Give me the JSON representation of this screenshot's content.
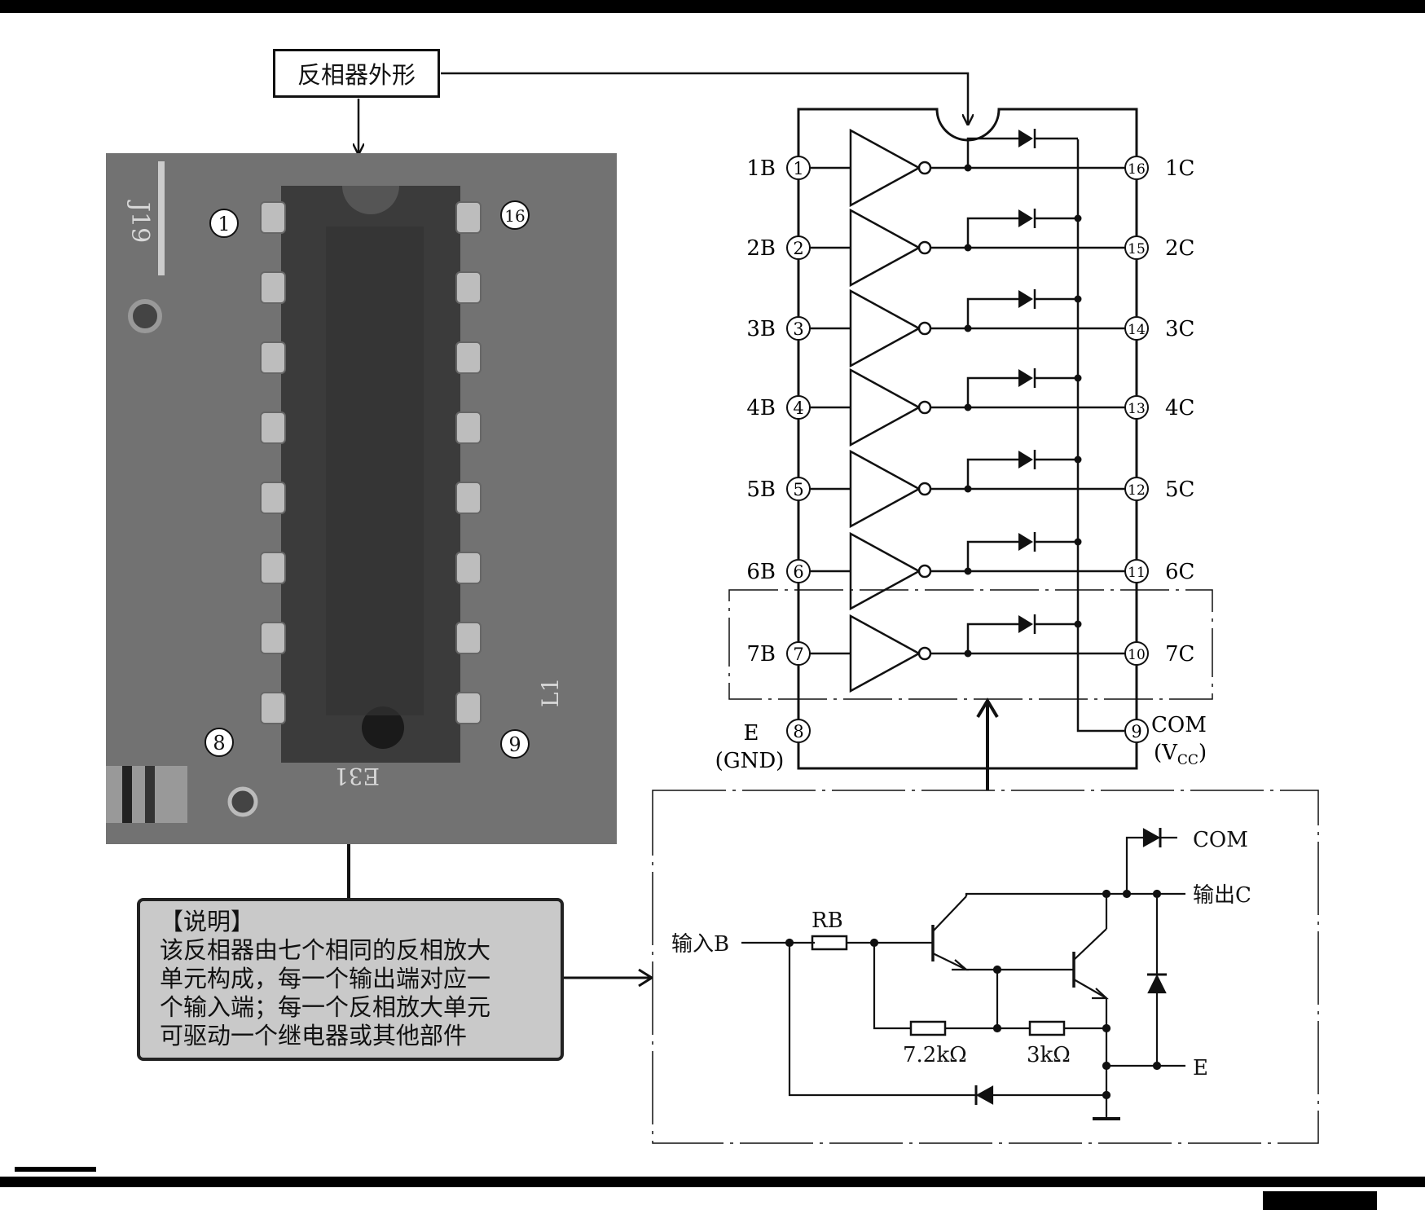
{
  "title_box": {
    "text": "反相器外形"
  },
  "note": {
    "heading": "【说明】",
    "lines": [
      "该反相器由七个相同的反相放大",
      "单元构成，每一个输出端对应一",
      "个输入端；每一个反相放大单元",
      "可驱动一个继电器或其他部件"
    ]
  },
  "photo": {
    "pin_labels": {
      "top_left": "1",
      "top_right": "16",
      "bottom_left": "8",
      "bottom_right": "9"
    },
    "board_marks": [
      "J19",
      "E31",
      "L1"
    ]
  },
  "pinout": {
    "left_pins": [
      {
        "num": "1",
        "label": "1B"
      },
      {
        "num": "2",
        "label": "2B"
      },
      {
        "num": "3",
        "label": "3B"
      },
      {
        "num": "4",
        "label": "4B"
      },
      {
        "num": "5",
        "label": "5B"
      },
      {
        "num": "6",
        "label": "6B"
      },
      {
        "num": "7",
        "label": "7B"
      }
    ],
    "right_pins": [
      {
        "num": "16",
        "label": "1C"
      },
      {
        "num": "15",
        "label": "2C"
      },
      {
        "num": "14",
        "label": "3C"
      },
      {
        "num": "13",
        "label": "4C"
      },
      {
        "num": "12",
        "label": "5C"
      },
      {
        "num": "11",
        "label": "6C"
      },
      {
        "num": "10",
        "label": "7C"
      }
    ],
    "gnd_pin": {
      "num": "8",
      "label": "E",
      "sublabel": "(GND)"
    },
    "com_pin": {
      "num": "9",
      "label": "COM",
      "sublabel": "(V",
      "sublabel_sub": "CC",
      "sublabel_end": ")"
    }
  },
  "schematic": {
    "input_label": "输入B",
    "rb_label": "RB",
    "r1_label": "7.2kΩ",
    "r2_label": "3kΩ",
    "com_label": "COM",
    "output_label": "输出C",
    "e_label": "E"
  }
}
